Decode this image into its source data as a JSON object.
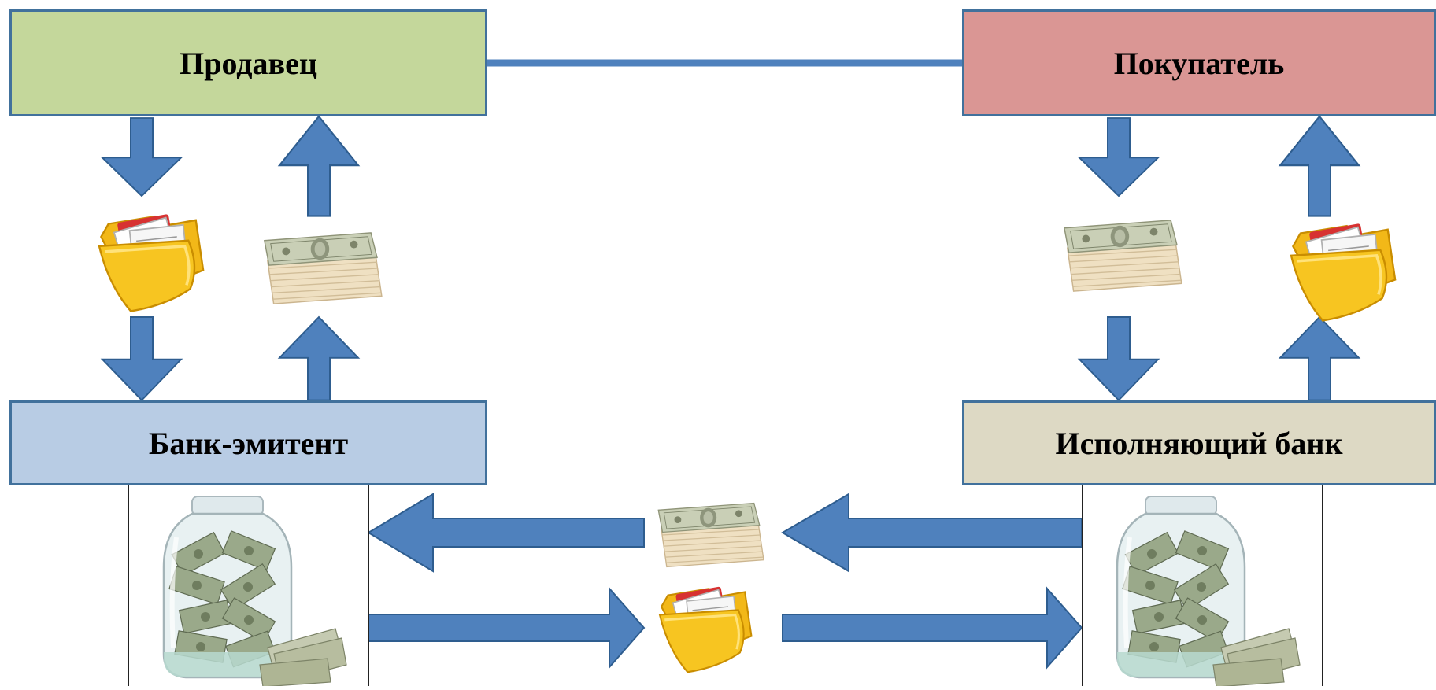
{
  "parties": {
    "seller": "Продавец",
    "buyer": "Покупатель",
    "issuing_bank": "Банк-эмитент",
    "executing_bank": "Исполняющий банк"
  },
  "colors": {
    "seller_fill": "#c4d79b",
    "buyer_fill": "#da9694",
    "issuing_bank_fill": "#b8cce4",
    "executing_bank_fill": "#ddd9c4",
    "arrow_fill": "#4f81bd",
    "arrow_stroke": "#2e5d8f",
    "border": "#41719c"
  },
  "icons": [
    "documents-folder-icon",
    "money-stack-icon",
    "money-jar-icon"
  ]
}
